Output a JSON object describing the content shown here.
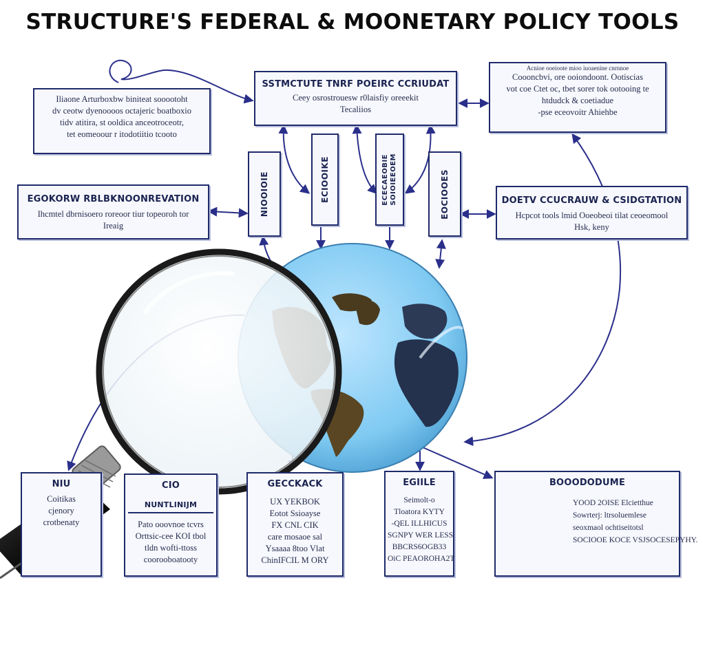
{
  "title": "STRUCTURE'S FEDERAL & MOONETARY POLICY TOOLS",
  "top_center": {
    "heading": "SSTMCTUTE TNRF POEIRC CCRIUDAT",
    "lines": [
      "Ceey osrostrouesw r0laisfiy oreeekit",
      "Tecaliios"
    ]
  },
  "top_left": {
    "lines": [
      "Iliaone Arturboxbw biniteat sooootoht",
      "dv ceotw dyenoooos octajeric boatboxio",
      "tidv atitira, st ooldica anceotroceotr,",
      "tet eomeoour r itodotiitio tcooto"
    ]
  },
  "top_right": {
    "lines": [
      "Acnioe ooeioote mioo iuoaenine cnrnnoe",
      "Coooncbvi, ore ooiondoont. Ootiscias",
      "vot coe Ctet oc, tbet sorer tok ootooing te",
      "htdudck & coetiadue",
      "-pse eceovoitr Ahiehbe"
    ]
  },
  "left_mid": {
    "heading": "EGOKORW RBLBKNOONREVATION",
    "lines": [
      "Ihcmtel dbrnisoero roreoor tiur topeoroh tor",
      "Ireaig"
    ]
  },
  "right_mid": {
    "heading": "DOETV CCUCRAUW & CSIDGTATION",
    "lines": [
      "Hcpcot tools lmid Ooeobeoi tilat ceoeomool",
      "Hsk, keny"
    ]
  },
  "vertical_boxes": [
    {
      "lines": [
        "NIOOIOIE"
      ]
    },
    {
      "lines": [
        "ECIOOIKE"
      ]
    },
    {
      "lines": [
        "ECECAEOBIE",
        "SOIOIEEOEM"
      ]
    },
    {
      "lines": [
        "EOCIOOES"
      ]
    }
  ],
  "bottom_boxes": [
    {
      "heading": "NIU",
      "lines": [
        "",
        "",
        "Coitikas",
        "cjenory",
        "crotbenaty"
      ]
    },
    {
      "heading": "CIO",
      "sub": "NUNTLINIJM",
      "lines": [
        "Pato ooovnoe tcvrs",
        "Orttsic-cee KOI tbol",
        "tldn wofti-ttoss",
        "coorooboatooty"
      ]
    },
    {
      "heading": "GECCKACK",
      "lines": [
        "UX YEKBOK",
        "Eotot Ssioayse",
        "FX CNL CIK",
        "care mosaoe sal",
        "Ysaaaa 8too Vlat",
        "ChinIFCIL M ORY"
      ]
    },
    {
      "heading": "EGIILE",
      "lines": [
        "Seimolt-o",
        "Tloatora KYTY",
        "-QEL ILLHICUS",
        "SGNPY WER LESS",
        "BBCRS6OGB33",
        "OiC PEAOROHA2T"
      ]
    },
    {
      "heading": "BOOODODUME",
      "lines": [
        "YOOD 2OISE Elcietthue",
        "Sowrterj: ltrsoluemlese",
        "seoxmaol ochtiseitotsl",
        "SOCIOOE KOCE VSJSOCESEPYHY."
      ]
    }
  ]
}
